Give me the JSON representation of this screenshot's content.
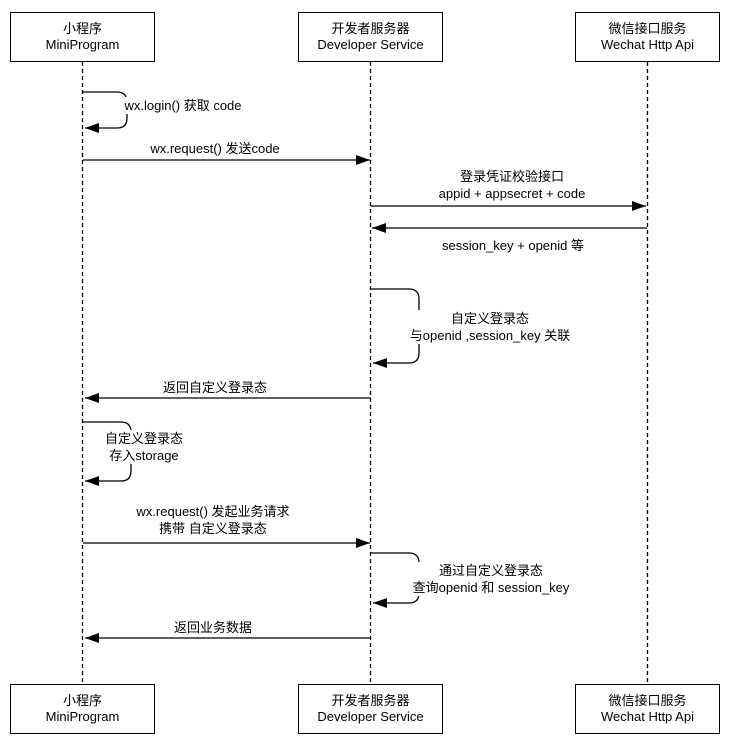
{
  "colors": {
    "line": "#000000",
    "background": "#ffffff",
    "text": "#000000"
  },
  "actors": [
    {
      "zh": "小程序",
      "en": "MiniProgram"
    },
    {
      "zh": "开发者服务器",
      "en": "Developer Service"
    },
    {
      "zh": "微信接口服务",
      "en": "Wechat Http Api"
    }
  ],
  "messages": {
    "login": {
      "text": "wx.login() 获取 code"
    },
    "send_code": {
      "text": "wx.request() 发送code"
    },
    "verify": {
      "line1": "登录凭证校验接口",
      "line2": "appid + appsecret + code"
    },
    "session": {
      "text": "session_key + openid 等"
    },
    "custom_state": {
      "line1": "自定义登录态",
      "line2": "与openid ,session_key 关联"
    },
    "return_state": {
      "text": "返回自定义登录态"
    },
    "store_state": {
      "line1": "自定义登录态",
      "line2": "存入storage"
    },
    "business_request": {
      "line1": "wx.request() 发起业务请求",
      "line2": "携带 自定义登录态"
    },
    "query": {
      "line1": "通过自定义登录态",
      "line2": "查询openid 和 session_key"
    },
    "return_data": {
      "text": "返回业务数据"
    }
  }
}
